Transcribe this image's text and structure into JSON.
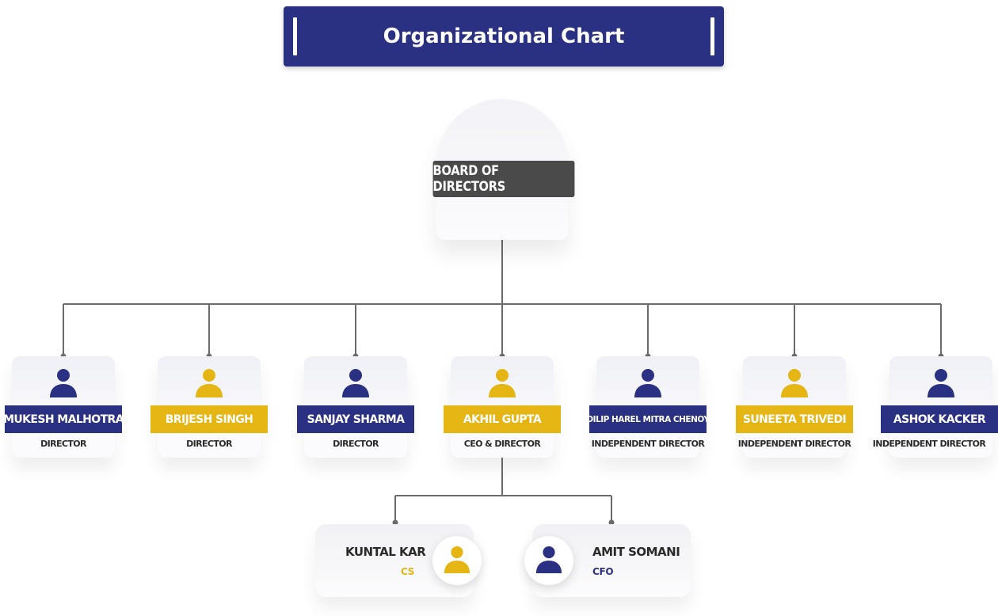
{
  "header": {
    "title": "Organizational Chart"
  },
  "root": {
    "label": "BOARD OF DIRECTORS"
  },
  "colors": {
    "navy": "#2b3182",
    "gold": "#e5b514",
    "dark": "#4a4a4a",
    "connector": "#6b6b6b"
  },
  "directors": [
    {
      "name": "MUKESH MALHOTRA",
      "role": "DIRECTOR",
      "color": "navy",
      "icon": "person-icon"
    },
    {
      "name": "BRIJESH SINGH",
      "role": "DIRECTOR",
      "color": "gold",
      "icon": "person-icon"
    },
    {
      "name": "SANJAY SHARMA",
      "role": "DIRECTOR",
      "color": "navy",
      "icon": "person-icon"
    },
    {
      "name": "AKHIL GUPTA",
      "role": "CEO & DIRECTOR",
      "color": "gold",
      "icon": "person-icon"
    },
    {
      "name": "DILIP HAREL MITRA CHENOY",
      "role": "INDEPENDENT DIRECTOR",
      "color": "navy",
      "icon": "person-icon"
    },
    {
      "name": "SUNEETA TRIVEDI",
      "role": "INDEPENDENT DIRECTOR",
      "color": "gold",
      "icon": "person-icon"
    },
    {
      "name": "ASHOK KACKER",
      "role": "INDEPENDENT DIRECTOR",
      "color": "navy",
      "icon": "person-icon"
    }
  ],
  "reports": [
    {
      "name": "KUNTAL KAR",
      "role": "CS",
      "color": "gold",
      "icon": "person-icon"
    },
    {
      "name": "AMIT SOMANI",
      "role": "CFO",
      "color": "navy",
      "icon": "person-icon"
    }
  ]
}
